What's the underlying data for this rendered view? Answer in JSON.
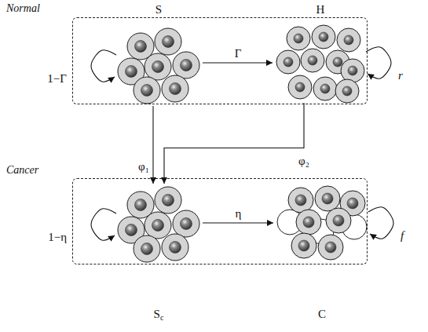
{
  "diagram": {
    "nodes": [
      {
        "text": [
          "Normal"
        ]
      },
      {
        "text": [
          "S"
        ],
        "in": 0
      },
      {
        "text": [
          "H"
        ],
        "in": 0
      },
      {
        "text": [
          "Cancer"
        ]
      },
      {
        "text": [
          "Sc"
        ],
        "in": 3
      },
      {
        "text": [
          "C"
        ],
        "in": 3
      }
    ],
    "edges": [
      {
        "from": 1,
        "to": 1,
        "label": "1−Γ",
        "arrow": "to"
      },
      {
        "from": 1,
        "to": 2,
        "label": "Γ",
        "arrow": "to"
      },
      {
        "from": 2,
        "to": 2,
        "label": "r",
        "arrow": "to"
      },
      {
        "from": 1,
        "to": 4,
        "label": "φ₁",
        "arrow": "to"
      },
      {
        "from": 2,
        "to": 4,
        "label": "φ₂",
        "arrow": "to"
      },
      {
        "from": 4,
        "to": 4,
        "label": "1−η",
        "arrow": "to"
      },
      {
        "from": 4,
        "to": 5,
        "label": "η",
        "arrow": "to"
      },
      {
        "from": 5,
        "to": 5,
        "label": "f",
        "arrow": "to"
      }
    ]
  }
}
